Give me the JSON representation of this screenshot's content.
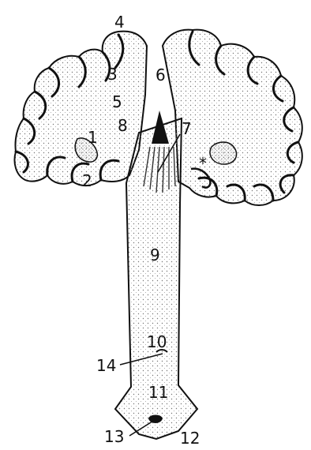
{
  "labels": {
    "l1": "1",
    "l2": "2",
    "l3": "3",
    "l4": "4",
    "l5": "5",
    "l6": "6",
    "l7": "7",
    "l8": "8",
    "l9": "9",
    "l10": "10",
    "l11": "11",
    "l12": "12",
    "l13": "13",
    "l14": "14",
    "star": "*"
  },
  "colors": {
    "ink": "#111111",
    "paper": "#ffffff",
    "stipple": "#666666"
  }
}
